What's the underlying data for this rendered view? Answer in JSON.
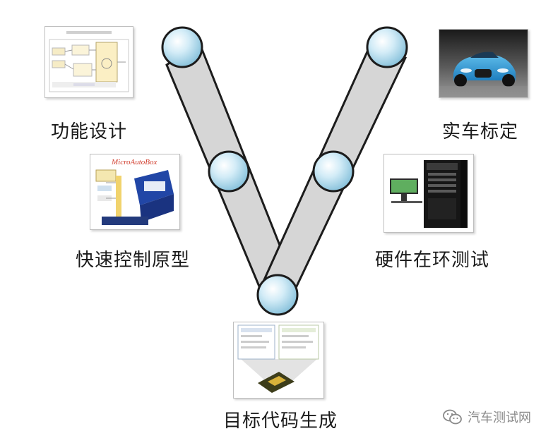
{
  "stages": [
    {
      "id": "function-design",
      "label": "功能设计"
    },
    {
      "id": "rapid-control-prototype",
      "label": "快速控制原型"
    },
    {
      "id": "target-code-generation",
      "label": "目标代码生成"
    },
    {
      "id": "hardware-in-loop-test",
      "label": "硬件在环测试"
    },
    {
      "id": "vehicle-calibration",
      "label": "实车标定"
    }
  ],
  "watermark": {
    "text": "汽车测试网",
    "icon": "wechat-icon"
  },
  "colors": {
    "node_fill": "#bfe2f2",
    "node_stroke": "#1c1c1c",
    "band_fill": "#d6d6d6",
    "band_stroke": "#1c1c1c",
    "text": "#1a1a1a",
    "car_body": "#2a8fcf",
    "rack_black": "#161616"
  }
}
